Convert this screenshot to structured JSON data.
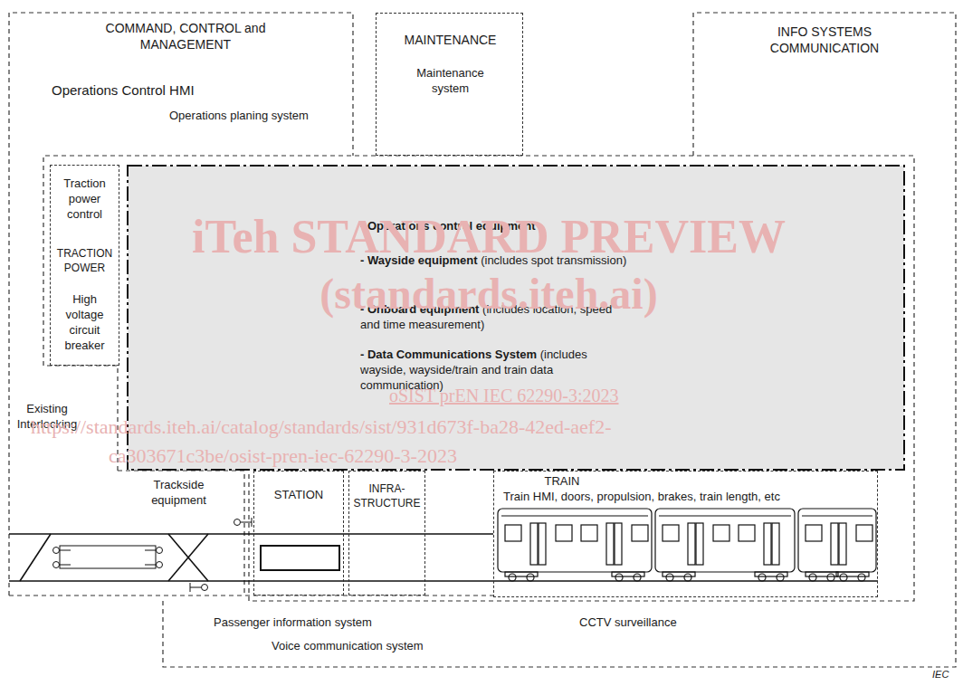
{
  "diagram": {
    "nodes": [
      {
        "text": [
          "COMMAND, CONTROL and MANAGEMENT",
          "Operations Control HMI",
          "Operations planing system"
        ]
      },
      {
        "text": [
          "MAINTENANCE",
          "Maintenance system"
        ]
      },
      {
        "text": [
          "INFO SYSTEMS COMMUNICATION"
        ]
      },
      {
        "text": [
          "Traction power control",
          "TRACTION POWER",
          "High voltage circuit breaker"
        ]
      },
      {
        "text": [
          "- Operations control equipment",
          "- Wayside equipment",
          "(includes spot transmission)",
          "- Onboard equipment",
          "(includes location, speed and time measurement)",
          "- Data Communications System",
          "(includes wayside, wayside/train and train data communication)"
        ]
      },
      {
        "text": [
          "Trackside equipment"
        ]
      },
      {
        "text": [
          "STATION"
        ]
      },
      {
        "text": [
          "INFRA- STRUCTURE"
        ]
      },
      {
        "text": [
          "TRAIN",
          "Train HMI, doors, propulsion, brakes, train length, etc"
        ]
      }
    ],
    "edges": [],
    "labels": [
      "iTeh STANDARD PREVIEW",
      "(standards.iteh.ai)",
      "oSIST prEN IEC 62290-3:2023",
      "https://standards.iteh.ai/catalog/standards/sist/931d673f-ba28-42ed-aef2-",
      "ca303671c3be/osist-pren-iec-62290-3-2023",
      "Existing Interlocking",
      "Passenger information system",
      "CCTV surveillance",
      "Voice communication system",
      "IEC"
    ]
  }
}
